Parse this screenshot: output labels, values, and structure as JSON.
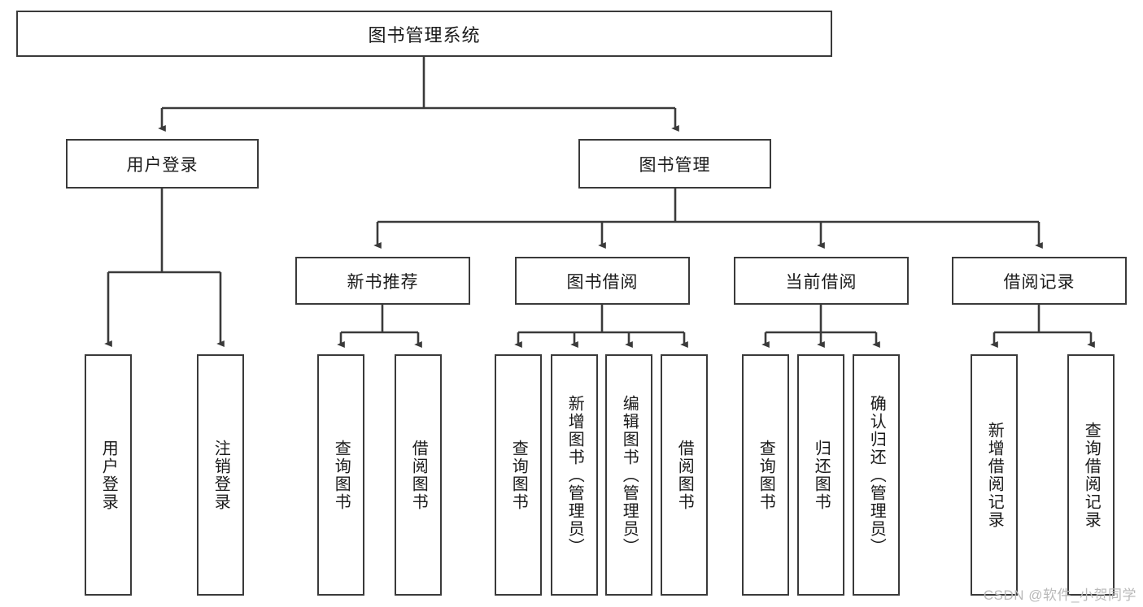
{
  "diagram": {
    "title_text": "图书管理系统",
    "line_color": "#3a3a3a",
    "box_border_color": "#3a3a3a",
    "text_color": "#1a1a1a",
    "background": "#ffffff",
    "root": {
      "label": "图书管理系统"
    },
    "level2": [
      {
        "label": "用户登录"
      },
      {
        "label": "图书管理"
      }
    ],
    "level3": [
      {
        "label": "新书推荐"
      },
      {
        "label": "图书借阅"
      },
      {
        "label": "当前借阅"
      },
      {
        "label": "借阅记录"
      }
    ],
    "leaves": {
      "user_login": [
        {
          "label": "用户登录"
        },
        {
          "label": "注销登录"
        }
      ],
      "new_book_recommend": [
        {
          "label": "查询图书"
        },
        {
          "label": "借阅图书"
        }
      ],
      "book_borrow": [
        {
          "label": "查询图书"
        },
        {
          "label": "新增图书（管理员）"
        },
        {
          "label": "编辑图书（管理员）"
        },
        {
          "label": "借阅图书"
        }
      ],
      "current_borrow": [
        {
          "label": "查询图书"
        },
        {
          "label": "归还图书"
        },
        {
          "label": "确认归还（管理员）"
        }
      ],
      "borrow_record": [
        {
          "label": "新增借阅记录"
        },
        {
          "label": "查询借阅记录"
        }
      ]
    }
  },
  "watermark": {
    "text": "CSDN @软件_小贺同学"
  }
}
